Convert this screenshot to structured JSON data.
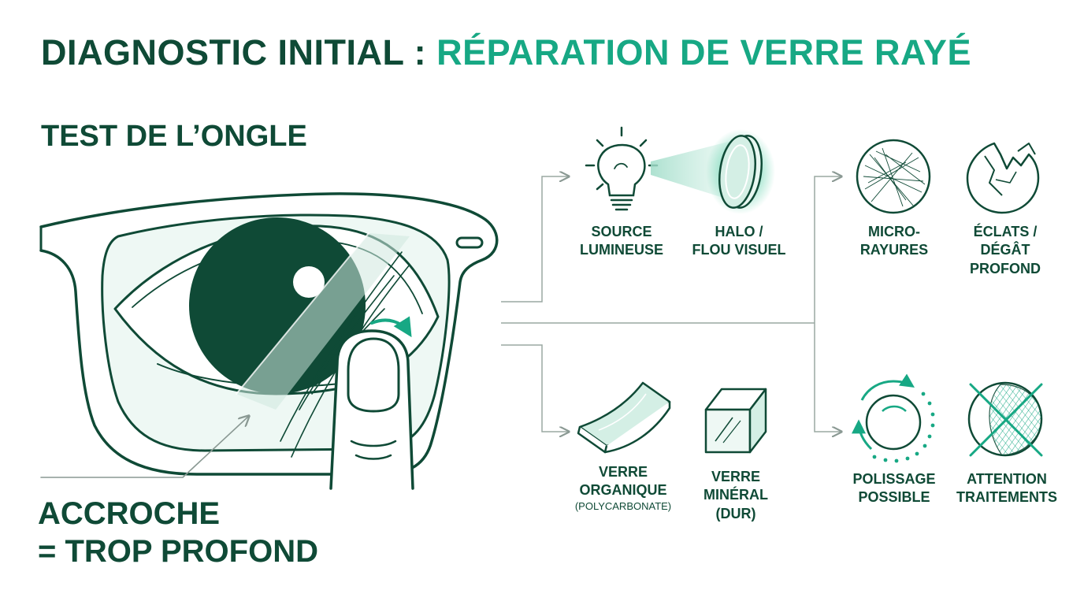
{
  "title": {
    "prefix": "DIAGNOSTIC INITIAL : ",
    "accent": "RÉPARATION DE  VERRE RAYÉ"
  },
  "nail_test": {
    "heading": "TEST DE L’ONGLE",
    "result_line1": "ACCROCHE",
    "result_line2": "= TROP PROFOND"
  },
  "items": {
    "light_source": {
      "line1": "SOURCE",
      "line2": "LUMINEUSE",
      "icon": "light-bulb-icon"
    },
    "halo": {
      "line1": "HALO /",
      "line2": "FLOU VISUEL",
      "icon": "glowing-lens-icon"
    },
    "micro": {
      "line1": "MICRO-",
      "line2": "RAYURES",
      "icon": "scratched-lens-icon"
    },
    "chips": {
      "line1": "ÉCLATS /",
      "line2": "DÉGÂT",
      "line3": "PROFOND",
      "icon": "cracked-lens-icon"
    },
    "organic": {
      "line1": "VERRE",
      "line2": "ORGANIQUE",
      "line3": "(POLYCARBONATE)",
      "icon": "curved-sheet-icon"
    },
    "mineral": {
      "line1": "VERRE",
      "line2": "MINÉRAL",
      "line3": "(DUR)",
      "icon": "glass-block-icon"
    },
    "polish": {
      "line1": "POLISSAGE",
      "line2": "POSSIBLE",
      "icon": "polishing-circle-icon"
    },
    "coatings": {
      "line1": "ATTENTION",
      "line2": "TRAITEMENTS",
      "icon": "crossed-coating-icon"
    }
  },
  "colors": {
    "dark": "#0f4a36",
    "accent": "#17a884",
    "light": "#d4efe5",
    "line": "#9aa8a2"
  }
}
